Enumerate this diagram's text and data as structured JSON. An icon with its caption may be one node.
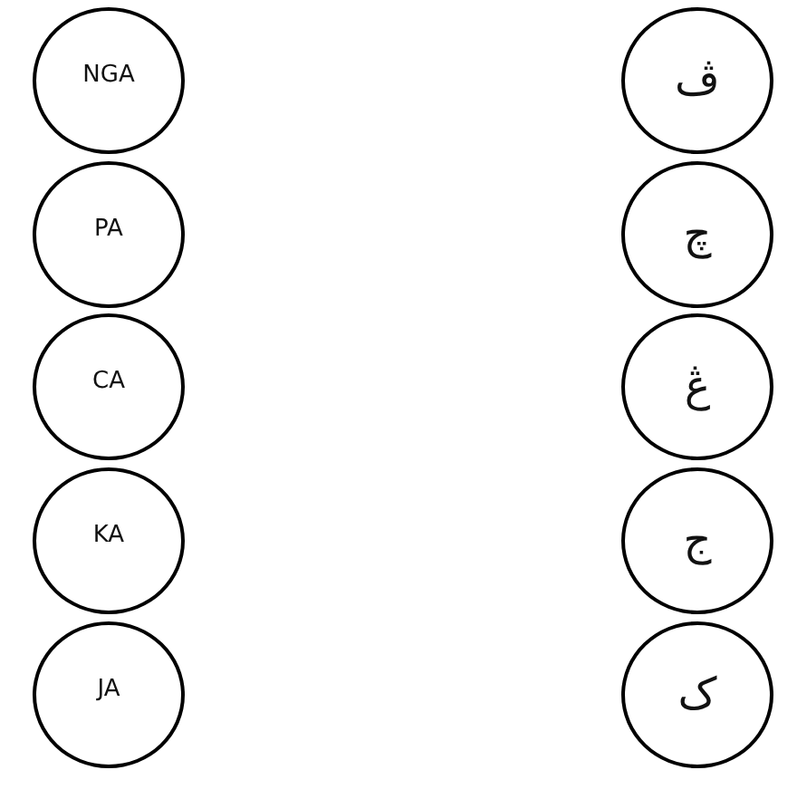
{
  "diagram": {
    "nodes": [
      {
        "text": [
          "NGA"
        ]
      },
      {
        "text": [
          "ڤ"
        ]
      },
      {
        "text": [
          "PA"
        ]
      },
      {
        "text": [
          "چ"
        ]
      },
      {
        "text": [
          "CA"
        ]
      },
      {
        "text": [
          "ڠ"
        ]
      },
      {
        "text": [
          "KA"
        ]
      },
      {
        "text": [
          "ج"
        ]
      },
      {
        "text": [
          "JA"
        ]
      },
      {
        "text": [
          "ک"
        ]
      }
    ]
  }
}
